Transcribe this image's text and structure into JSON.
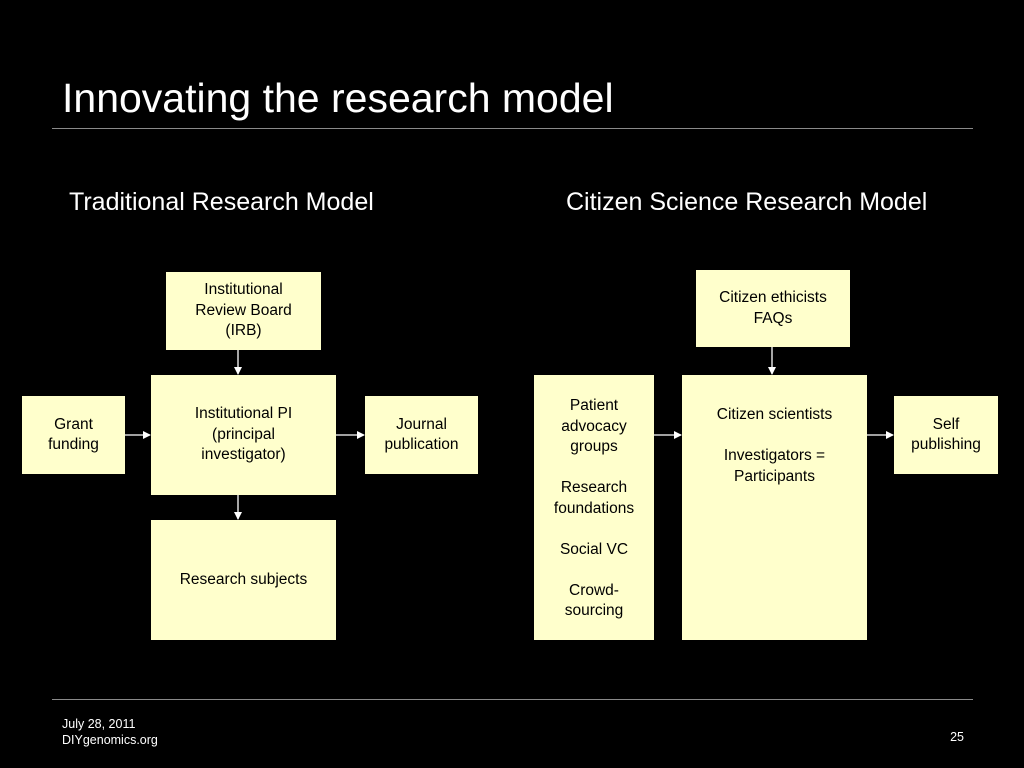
{
  "slide": {
    "title": "Innovating the research model",
    "footer": {
      "date": "July 28, 2011",
      "site": "DIYgenomics.org",
      "page_number": "25"
    }
  },
  "colors": {
    "background": "#000000",
    "box_fill": "#ffffcc",
    "text": "#ffffff",
    "connector": "#ffffff"
  },
  "traditional_model": {
    "heading": "Traditional Research Model",
    "irb": [
      "Institutional",
      "Review Board",
      "(IRB)"
    ],
    "pi": [
      "Institutional PI",
      "(principal",
      "investigator)"
    ],
    "grant": [
      "Grant",
      "funding"
    ],
    "journal": [
      "Journal",
      "publication"
    ],
    "subjects": [
      "Research subjects"
    ]
  },
  "citizen_model": {
    "heading": "Citizen Science Research Model",
    "ethicists": [
      "Citizen ethicists",
      "FAQs"
    ],
    "scientists": [
      "Citizen scientists",
      "",
      "Investigators =",
      "Participants"
    ],
    "self_publishing": [
      "Self",
      "publishing"
    ],
    "funding_sources": [
      "Patient",
      "advocacy",
      "groups",
      "",
      "Research",
      "foundations",
      "",
      "Social VC",
      "",
      "Crowd-",
      "sourcing"
    ]
  }
}
